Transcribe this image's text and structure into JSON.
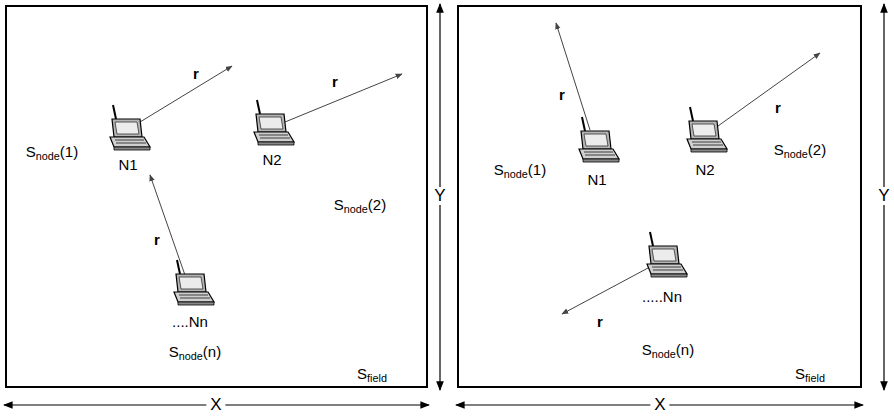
{
  "diagram": {
    "nodes": [
      {
        "text": [
          "Sfield"
        ]
      },
      {
        "text": [
          "r",
          "Snode(1)",
          "N1"
        ],
        "in": 0
      },
      {
        "text": [
          "r",
          "Snode(2)",
          "N2"
        ],
        "in": 0
      },
      {
        "text": [
          "r",
          "Snode(n)",
          "....Nn"
        ],
        "in": 0
      },
      {
        "text": [
          "Sfield"
        ]
      },
      {
        "text": [
          "r",
          "Snode(1)",
          "N1"
        ],
        "in": 4
      },
      {
        "text": [
          "r",
          "Snode(2)",
          "N2"
        ],
        "in": 4
      },
      {
        "text": [
          "r",
          "Snode(n)",
          ".....Nn"
        ],
        "in": 4
      }
    ],
    "labels": [
      "X",
      "Y",
      "X",
      "Y"
    ]
  }
}
